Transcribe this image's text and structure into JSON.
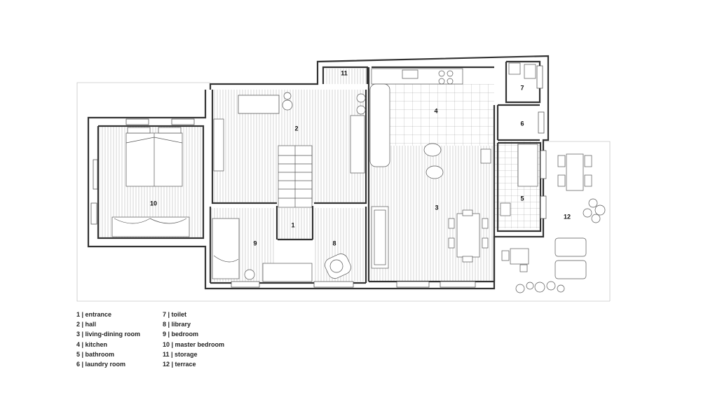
{
  "rooms": [
    {
      "id": "1",
      "name": "entrance"
    },
    {
      "id": "2",
      "name": "hall"
    },
    {
      "id": "3",
      "name": "living-dining room"
    },
    {
      "id": "4",
      "name": "kitchen"
    },
    {
      "id": "5",
      "name": "bathroom"
    },
    {
      "id": "6",
      "name": "laundry room"
    },
    {
      "id": "7",
      "name": "toilet"
    },
    {
      "id": "8",
      "name": "library"
    },
    {
      "id": "9",
      "name": "bedroom"
    },
    {
      "id": "10",
      "name": "master bedroom"
    },
    {
      "id": "11",
      "name": "storage"
    },
    {
      "id": "12",
      "name": "terrace"
    }
  ],
  "legend": [
    "1 | entrance",
    "2 | hall",
    "3 | living-dining room",
    "4 | kitchen",
    "5 | bathroom",
    "6 | laundry room",
    "7 | toilet",
    "8 | library",
    "9 | bedroom",
    "10 | master bedroom",
    "11 | storage",
    "12 | terrace"
  ],
  "colors": {
    "line": "#333333",
    "hatch": "#b5b5b5",
    "thin": "#bfbfbf",
    "background": "#ffffff"
  }
}
